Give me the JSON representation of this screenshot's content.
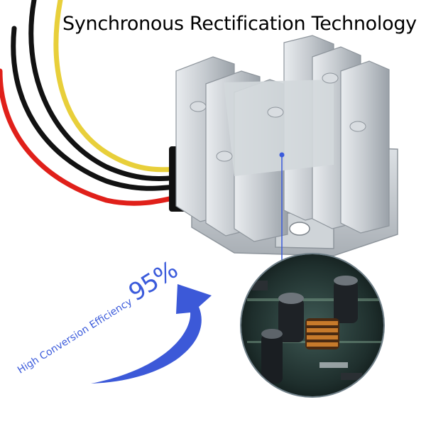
{
  "headline": "Synchronous Rectification Technology",
  "efficiency": {
    "label": "High Conversion Efficiency",
    "value": "95%"
  },
  "colors": {
    "text": "#000000",
    "accent_blue": "#3b5bdb",
    "wire_yellow": "#e8cf3a",
    "wire_black": "#111111",
    "wire_red": "#e0201a",
    "housing_silver": "#c7cbcf"
  },
  "scene": {
    "product": "aluminum-finned-dc-converter",
    "wires": [
      "yellow",
      "black",
      "black",
      "red"
    ],
    "inset": "circuit-board-zoom"
  }
}
